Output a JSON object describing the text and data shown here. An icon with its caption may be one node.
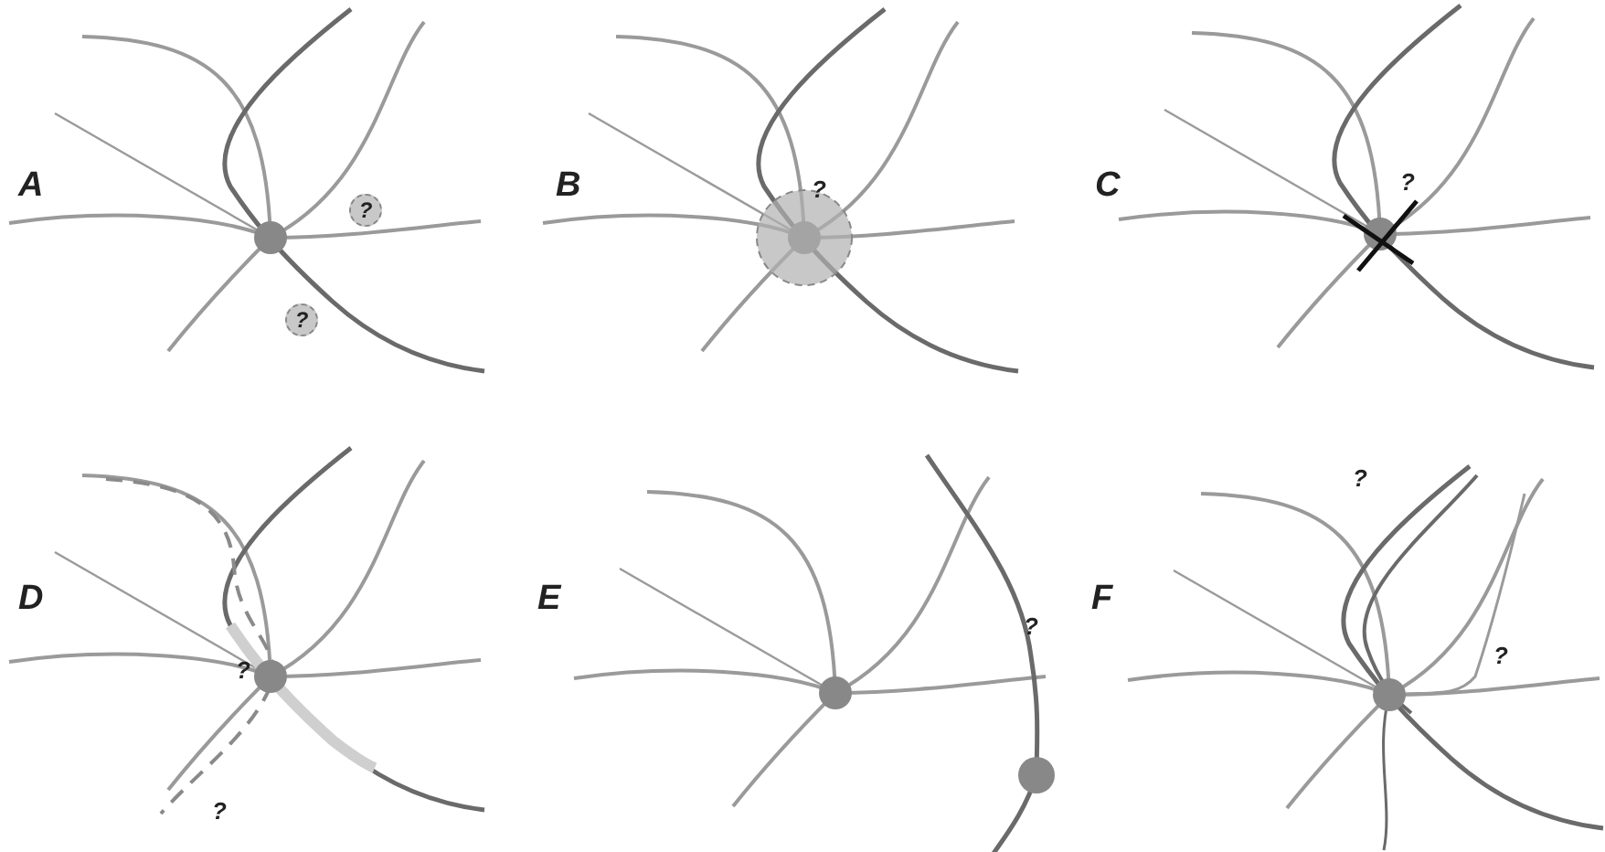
{
  "diagram": {
    "nodes": [
      {
        "text": [
          "?"
        ]
      },
      {
        "text": [
          "?"
        ]
      }
    ],
    "labels": [
      "A",
      "B",
      "?",
      "C",
      "?",
      "D",
      "?",
      "?",
      "E",
      "?",
      "F",
      "?",
      "?"
    ]
  }
}
